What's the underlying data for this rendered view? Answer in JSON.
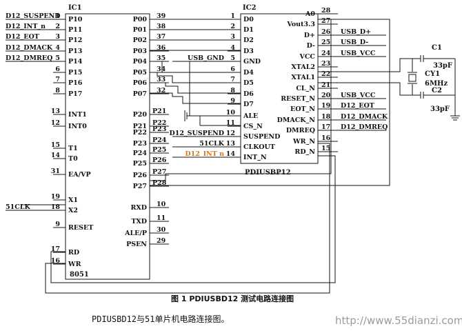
{
  "ic1": {
    "designator": "IC1",
    "part": "8051",
    "left_pins": [
      {
        "num": "1",
        "name": "P10",
        "net": "D12_SUSPEND"
      },
      {
        "num": "2",
        "name": "P11",
        "net": "D12_INT_n"
      },
      {
        "num": "3",
        "name": "P12",
        "net": "D12_EOT"
      },
      {
        "num": "4",
        "name": "P13",
        "net": "D12_DMACK"
      },
      {
        "num": "5",
        "name": "P14",
        "net": "D12_DMREQ"
      },
      {
        "num": "6",
        "name": "P15",
        "net": ""
      },
      {
        "num": "7",
        "name": "P16",
        "net": ""
      },
      {
        "num": "8",
        "name": "P17",
        "net": ""
      },
      {
        "num": "13",
        "name": "INT1",
        "net": ""
      },
      {
        "num": "12",
        "name": "INT0",
        "net": ""
      },
      {
        "num": "15",
        "name": "T1",
        "net": ""
      },
      {
        "num": "14",
        "name": "T0",
        "net": ""
      },
      {
        "num": "31",
        "name": "EA/VP",
        "net": ""
      },
      {
        "num": "19",
        "name": "X1",
        "net": ""
      },
      {
        "num": "18",
        "name": "X2",
        "net": "51CLK"
      },
      {
        "num": "9",
        "name": "RESET",
        "net": ""
      },
      {
        "num": "17",
        "name": "RD",
        "net": ""
      },
      {
        "num": "16",
        "name": "WR",
        "net": ""
      }
    ],
    "right_pins": [
      {
        "num": "39",
        "name": "P00",
        "net": ""
      },
      {
        "num": "38",
        "name": "P01",
        "net": ""
      },
      {
        "num": "37",
        "name": "P02",
        "net": ""
      },
      {
        "num": "36",
        "name": "P03",
        "net": ""
      },
      {
        "num": "35",
        "name": "P04",
        "net": ""
      },
      {
        "num": "34",
        "name": "P05",
        "net": ""
      },
      {
        "num": "33",
        "name": "P06",
        "net": ""
      },
      {
        "num": "32",
        "name": "P07",
        "net": ""
      },
      {
        "num": "",
        "name": "P20",
        "net": "P21"
      },
      {
        "num": "",
        "name": "P21",
        "net": "P22"
      },
      {
        "num": "",
        "name": "P22",
        "net": "P23"
      },
      {
        "num": "",
        "name": "P23",
        "net": "P24"
      },
      {
        "num": "",
        "name": "P24",
        "net": "P25"
      },
      {
        "num": "",
        "name": "P25",
        "net": "P26"
      },
      {
        "num": "",
        "name": "P26",
        "net": "P27"
      },
      {
        "num": "",
        "name": "P27",
        "net": "P28"
      },
      {
        "num": "10",
        "name": "RXD",
        "net": ""
      },
      {
        "num": "11",
        "name": "TXD",
        "net": ""
      },
      {
        "num": "30",
        "name": "ALE/P",
        "net": ""
      },
      {
        "num": "29",
        "name": "PSEN",
        "net": ""
      }
    ]
  },
  "ic2": {
    "designator": "IC2",
    "part": "PDIUSBP12",
    "left_pins": [
      {
        "num": "1",
        "name": "D0",
        "net": ""
      },
      {
        "num": "2",
        "name": "D1",
        "net": ""
      },
      {
        "num": "3",
        "name": "D2",
        "net": ""
      },
      {
        "num": "4",
        "name": "D3",
        "net": ""
      },
      {
        "num": "5",
        "name": "GND",
        "net": "USB_GND"
      },
      {
        "num": "6",
        "name": "D4",
        "net": ""
      },
      {
        "num": "7",
        "name": "D5",
        "net": ""
      },
      {
        "num": "8",
        "name": "D6",
        "net": ""
      },
      {
        "num": "9",
        "name": "D7",
        "net": ""
      },
      {
        "num": "10",
        "name": "ALE",
        "net": ""
      },
      {
        "num": "11",
        "name": "CS_N",
        "net": ""
      },
      {
        "num": "12",
        "name": "SUSPEND",
        "net": "D12_SUSPEND"
      },
      {
        "num": "13",
        "name": "CLKOUT",
        "net": "51CLK"
      },
      {
        "num": "14",
        "name": "INT_N",
        "net": "D12_INT n"
      }
    ],
    "right_pins": [
      {
        "num": "28",
        "name": "A0",
        "net": ""
      },
      {
        "num": "27",
        "name": "Vout3.3",
        "net": ""
      },
      {
        "num": "26",
        "name": "D+",
        "net": "USB_D+"
      },
      {
        "num": "25",
        "name": "D-",
        "net": "USB_D-"
      },
      {
        "num": "24",
        "name": "VCC",
        "net": "USB_VCC"
      },
      {
        "num": "23",
        "name": "XTAL2",
        "net": ""
      },
      {
        "num": "22",
        "name": "XTAL1",
        "net": ""
      },
      {
        "num": "21",
        "name": "CL_N",
        "net": ""
      },
      {
        "num": "20",
        "name": "RESET_N",
        "net": "USB_VCC"
      },
      {
        "num": "19",
        "name": "EOT_N",
        "net": "D12_EOT"
      },
      {
        "num": "18",
        "name": "DMACK_N",
        "net": "D12_DMACK"
      },
      {
        "num": "17",
        "name": "DMREQ",
        "net": "D12_DMREQ"
      },
      {
        "num": "16",
        "name": "WR_N",
        "net": ""
      },
      {
        "num": "15",
        "name": "RD_N",
        "net": ""
      }
    ]
  },
  "crystal": {
    "c1": {
      "ref": "C1",
      "value": "33pF"
    },
    "c2": {
      "ref": "C2",
      "value": "33pF"
    },
    "cy1": {
      "ref": "CY1",
      "value": "6MHz"
    }
  },
  "caption": "图 1  PDIUSBD12 测试电路连接图",
  "footer": "PDIUSBD12与51单片机电路连接图。",
  "watermark": "http://www.55dianzi.com"
}
